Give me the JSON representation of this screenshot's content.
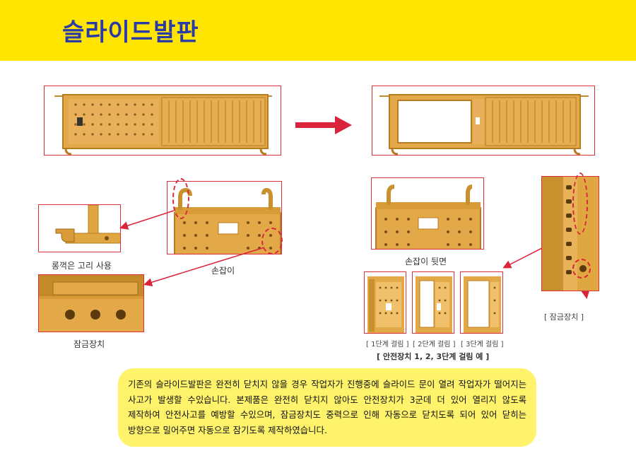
{
  "header": {
    "title": "슬라이드발판"
  },
  "labels": {
    "hook": "롱꺽은 고리 사용",
    "handle": "손잡이",
    "lock": "잠금장치",
    "handle_back": "손잡이 뒷면",
    "lock_bracket": "[ 잠금장치 ]",
    "step1": "[ 1단계 걸림 ]",
    "step2": "[ 2단계 걸림 ]",
    "step3": "[ 3단계 걸림 ]",
    "steps_caption": "[ 안전장치 1, 2, 3단계 걸림 예 ]"
  },
  "description": "기존의 슬라이드발판은 완전히 닫치지 않을 경우 작업자가 진행중에 슬라이드 문이 열려 작업자가 떨어지는 사고가 발생할 수있습니다. 본제품은 완전히 닫치지 않아도 안전장치가 3군데 더 있어 열리지 않도록 제작하여 안전사고를 예방할 수있으며, 잠금장치도 중력으로 인해 자동으로 닫치도록 되어 있어 닫히는 방향으로 밀어주면 자동으로 잠기도록 제작하였습니다.",
  "colors": {
    "banner": "#ffe500",
    "title": "#2a3aa8",
    "frame": "#d9303a",
    "plank": "#e0a640",
    "note_bg": "#fff36b"
  }
}
